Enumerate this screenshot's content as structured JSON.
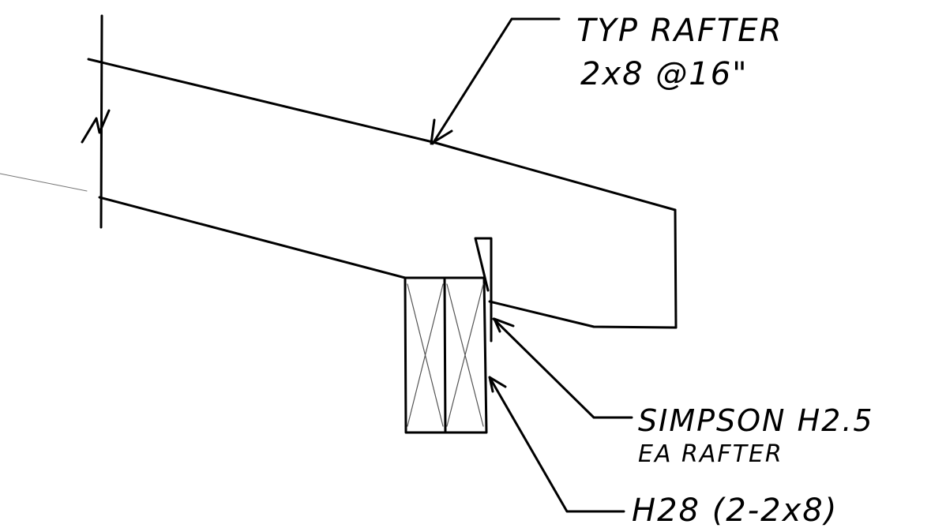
{
  "labels": {
    "rafter_line1": "TYP RAFTER",
    "rafter_line2": "2x8 @16\"",
    "simpson_line1": "SIMPSON H2.5",
    "simpson_line2": "EA RAFTER",
    "h28": "H28 (2-2x8)"
  },
  "colors": {
    "ink": "#000000",
    "paper": "#ffffff"
  }
}
